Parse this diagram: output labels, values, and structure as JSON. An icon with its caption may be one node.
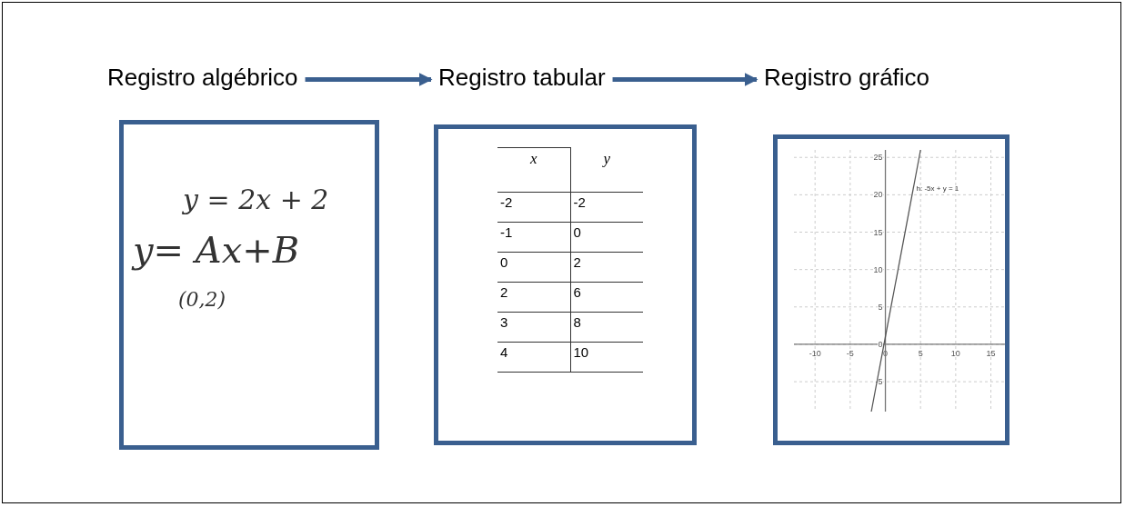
{
  "diagram": {
    "nodes": [
      {
        "text": [
          "Registro algébrico"
        ]
      },
      {
        "text": [
          "Registro tabular"
        ]
      },
      {
        "text": [
          "Registro gráfico"
        ]
      },
      {
        "text": [
          "y = 2x + 2",
          "y= Ax+B",
          "(0,2)"
        ]
      },
      {
        "text": [],
        "shape": "box"
      },
      {
        "text": [],
        "shape": "box"
      }
    ],
    "edges": [
      {
        "from": 0,
        "to": 1,
        "arrow": "to"
      },
      {
        "from": 1,
        "to": 2,
        "arrow": "to"
      }
    ],
    "labels": [
      "x",
      "y",
      "-2",
      "-2",
      "-1",
      "0",
      "0",
      "2",
      "2",
      "6",
      "3",
      "8",
      "4",
      "10"
    ],
    "chart_data": {
      "type": "line",
      "grid": true,
      "x": [
        -2,
        5
      ],
      "series": [
        {
          "color": "#555555",
          "values": [
            -9,
            26
          ]
        }
      ],
      "xlim": [
        -13,
        17
      ],
      "ylim": [
        -9,
        26
      ],
      "xticks": [
        -10,
        -5,
        0,
        5,
        10,
        15
      ],
      "yticks": [
        -5,
        0,
        5,
        10,
        15,
        20,
        25
      ],
      "annotations": [
        "h: -5x + y = 1"
      ]
    }
  }
}
